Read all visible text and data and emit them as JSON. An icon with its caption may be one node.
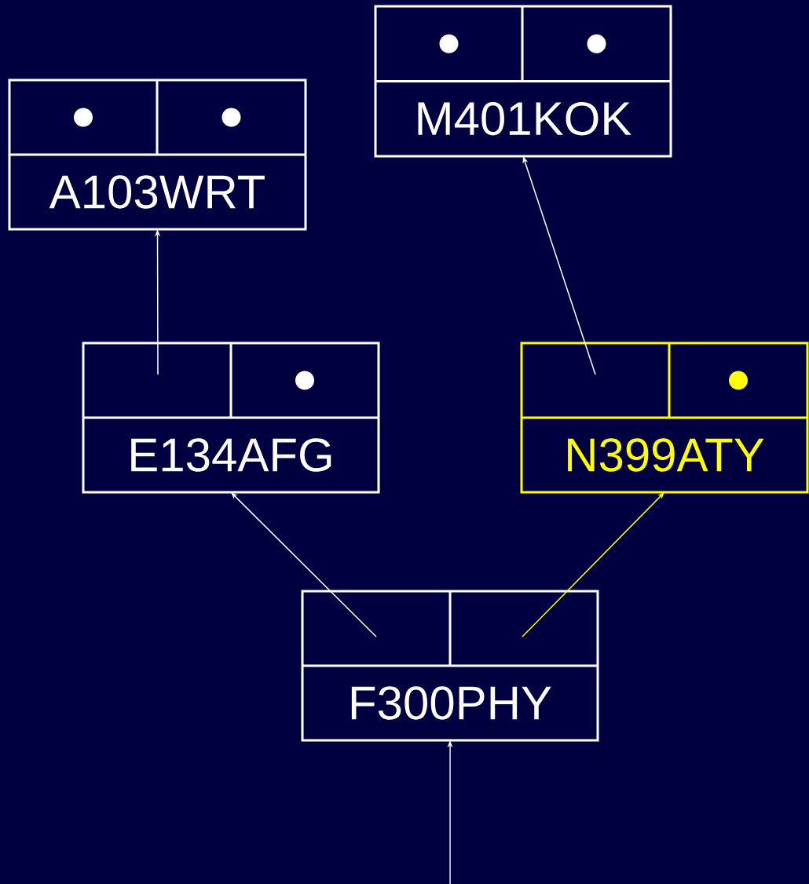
{
  "diagram": {
    "nodes": [
      {
        "text": [
          "M401KOK"
        ]
      },
      {
        "text": [
          "A103WRT"
        ]
      },
      {
        "text": [
          "E134AFG"
        ]
      },
      {
        "text": [
          "N399ATY"
        ]
      },
      {
        "text": [
          "F300PHY"
        ]
      }
    ],
    "edges": [
      {
        "from": null,
        "to": 4,
        "arrow": "to"
      },
      {
        "from": 4,
        "to": 2,
        "arrow": "to"
      },
      {
        "from": 4,
        "to": 3,
        "arrow": "to",
        "color": "#ffff00"
      },
      {
        "from": 2,
        "to": 1,
        "arrow": "to"
      },
      {
        "from": 3,
        "to": 0,
        "arrow": "to"
      }
    ]
  }
}
